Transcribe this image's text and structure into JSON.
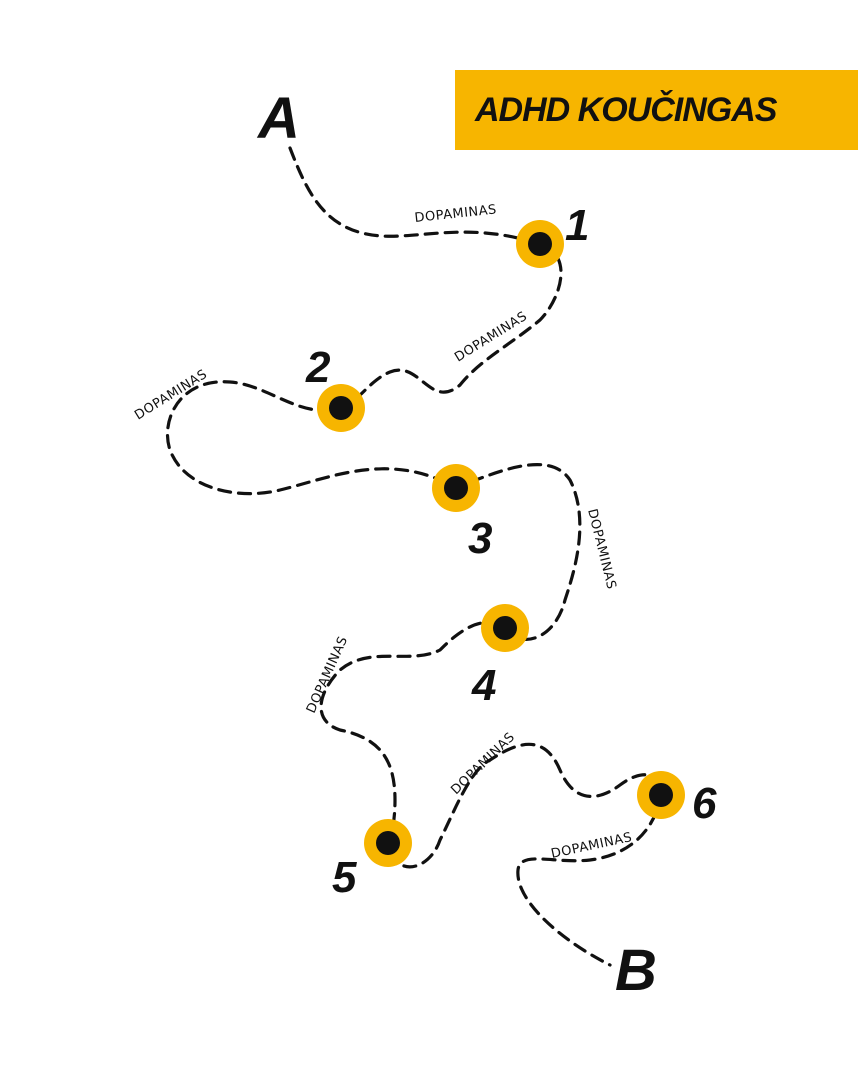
{
  "header": {
    "title": "ADHD KOUČINGAS"
  },
  "colors": {
    "accent": "#F7B500",
    "ink": "#111111",
    "background": "#FFFFFF"
  },
  "journey": {
    "start_label": "A",
    "end_label": "B",
    "stops": [
      {
        "label": "1"
      },
      {
        "label": "2"
      },
      {
        "label": "3"
      },
      {
        "label": "4"
      },
      {
        "label": "5"
      },
      {
        "label": "6"
      }
    ],
    "segments": [
      {
        "label": "DOPAMINAS"
      },
      {
        "label": "DOPAMINAS"
      },
      {
        "label": "DOPAMINAS"
      },
      {
        "label": "DOPAMINAS"
      },
      {
        "label": "DOPAMINAS"
      },
      {
        "label": "DOPAMINAS"
      },
      {
        "label": "DOPAMINAS"
      }
    ]
  }
}
